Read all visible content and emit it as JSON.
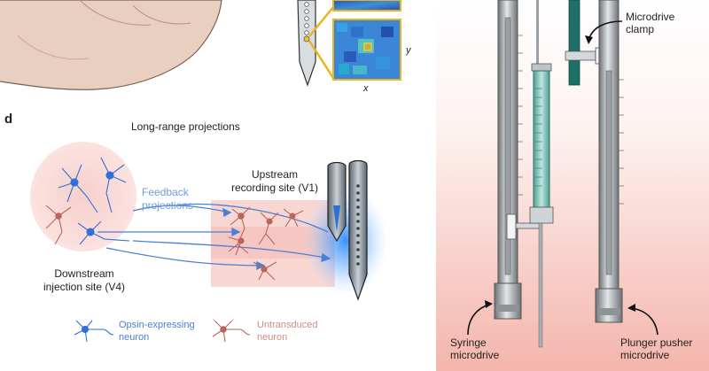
{
  "panel_label": "d",
  "title": "Long-range projections",
  "upstream_label_line1": "Upstream",
  "upstream_label_line2": "recording site (V1)",
  "feedback_label_line1": "Feedback",
  "feedback_label_line2": "projections",
  "downstream_label_line1": "Downstream",
  "downstream_label_line2": "injection site (V4)",
  "legend_opsin_line1": "Opsin-expressing",
  "legend_opsin_line2": "neuron",
  "legend_untransduced_line1": "Untransduced",
  "legend_untransduced_line2": "neuron",
  "axis_x": "x",
  "axis_y": "y",
  "microdrive_clamp_line1": "Microdrive",
  "microdrive_clamp_line2": "clamp",
  "syringe_microdrive_line1": "Syringe",
  "syringe_microdrive_line2": "microdrive",
  "plunger_line1": "Plunger pusher",
  "plunger_line2": "microdrive",
  "colors": {
    "opsin_blue": "#2f6fd8",
    "untransduced_red": "#b9655a",
    "feedback_label": "#6f9be0",
    "right_panel_bg_top": "#fbe9e7",
    "right_panel_bg_bottom": "#f3b3aa",
    "teal": "#1f6f66"
  }
}
